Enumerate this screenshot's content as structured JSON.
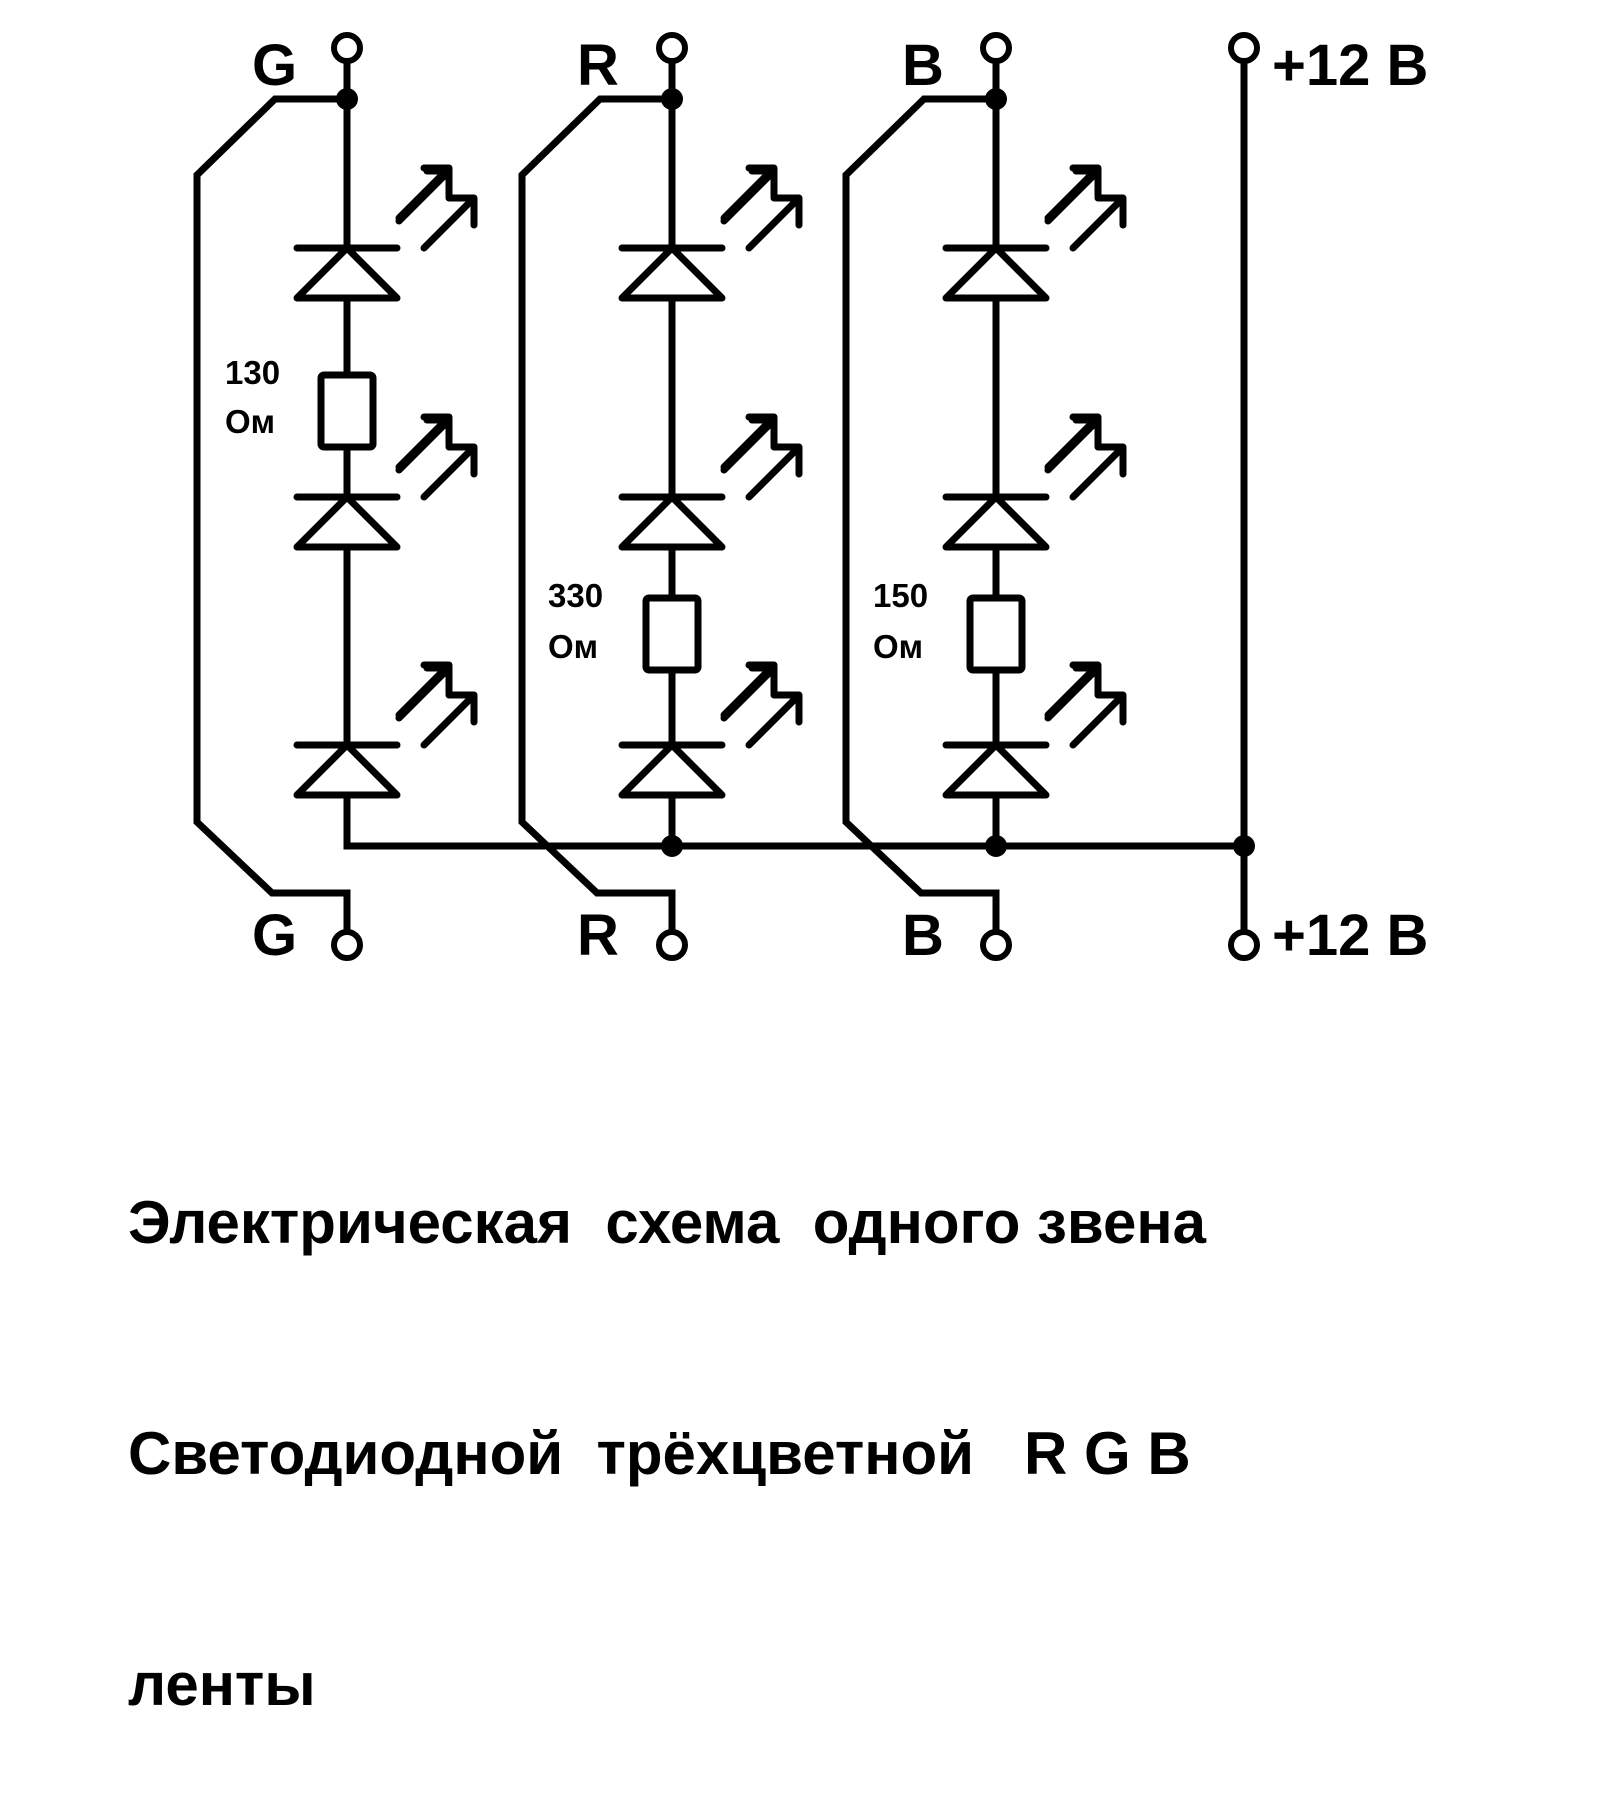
{
  "diagram": {
    "title": "RGB LED strip segment schematic",
    "colors": {
      "line": "#000000",
      "background": "#ffffff"
    },
    "channels": [
      {
        "id": "G",
        "top_label": "G",
        "bottom_label": "G",
        "resistor_value": "130",
        "resistor_unit": "Ом",
        "resistor_position": "between LED 1 and LED 2"
      },
      {
        "id": "R",
        "top_label": "R",
        "bottom_label": "R",
        "resistor_value": "330",
        "resistor_unit": "Ом",
        "resistor_position": "between LED 2 and LED 3"
      },
      {
        "id": "B",
        "top_label": "B",
        "bottom_label": "B",
        "resistor_value": "150",
        "resistor_unit": "Ом",
        "resistor_position": "between LED 2 and LED 3"
      }
    ],
    "leds_per_channel": 3,
    "power": {
      "top_label": "+12 В",
      "bottom_label": "+12 В"
    }
  },
  "caption": {
    "lines": [
      "Электрическая  схема  одного звена",
      "Светодиодной  трёхцветной   R G B",
      "ленты"
    ]
  }
}
